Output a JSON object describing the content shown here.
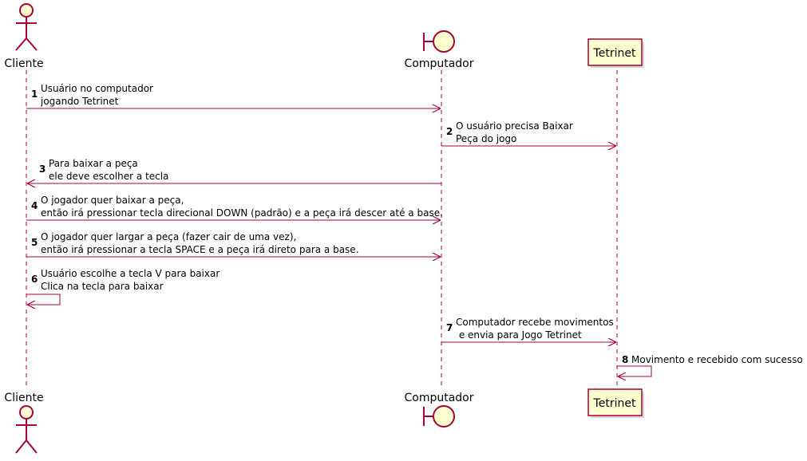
{
  "participants": [
    {
      "id": "cliente",
      "name": "Cliente",
      "kind": "actor"
    },
    {
      "id": "computador",
      "name": "Computador",
      "kind": "boundary"
    },
    {
      "id": "tetrinet",
      "name": "Tetrinet",
      "kind": "participant"
    }
  ],
  "messages": [
    {
      "num": "1",
      "from": "cliente",
      "to": "computador",
      "lines": [
        "Usuário no computador",
        "jogando Tetrinet"
      ]
    },
    {
      "num": "2",
      "from": "computador",
      "to": "tetrinet",
      "lines": [
        "O usuário precisa Baixar",
        "Peça do jogo"
      ]
    },
    {
      "num": "3",
      "from": "computador",
      "to": "cliente",
      "lines": [
        "Para baixar a peça",
        "ele deve escolher a tecla"
      ]
    },
    {
      "num": "4",
      "from": "cliente",
      "to": "computador",
      "lines": [
        "O jogador quer baixar a peça,",
        "então irá pressionar tecla direcional DOWN (padrão) e a peça irá descer até a base."
      ]
    },
    {
      "num": "5",
      "from": "cliente",
      "to": "computador",
      "lines": [
        "O jogador quer largar a peça (fazer cair de uma vez),",
        "então irá pressionar a tecla SPACE e a peça irá direto para a base."
      ]
    },
    {
      "num": "6",
      "from": "cliente",
      "to": "cliente",
      "lines": [
        "Usuário escolhe a tecla V para baixar",
        "Clica na tecla para baixar"
      ]
    },
    {
      "num": "7",
      "from": "computador",
      "to": "tetrinet",
      "lines": [
        "Computador recebe movimentos",
        " e envia para Jogo Tetrinet"
      ]
    },
    {
      "num": "8",
      "from": "tetrinet",
      "to": "tetrinet",
      "lines": [
        "Movimento e recebido com sucesso"
      ]
    }
  ],
  "colors": {
    "line": "#A80036",
    "fill": "#FEFECE",
    "text": "#000000"
  }
}
